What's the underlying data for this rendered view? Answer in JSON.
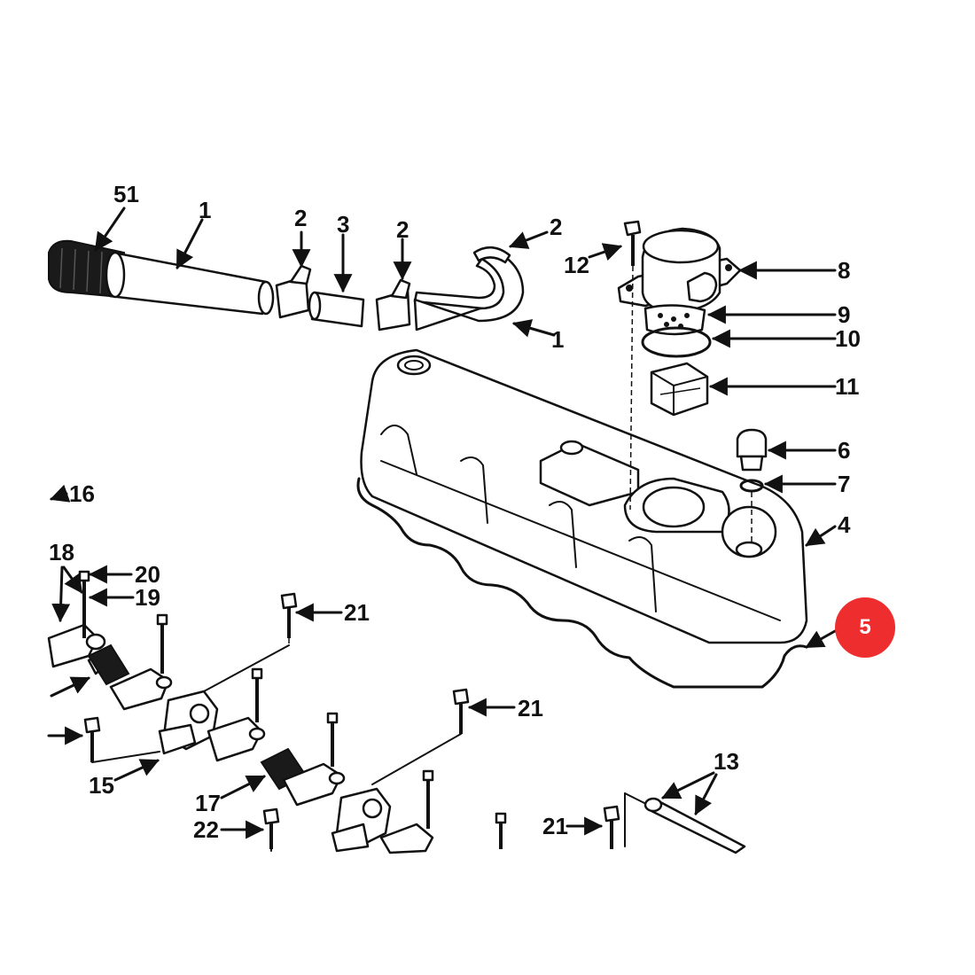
{
  "callouts": {
    "c51": "51",
    "c1a": "1",
    "c2a": "2",
    "c3": "3",
    "c2b": "2",
    "c2c": "2",
    "c12": "12",
    "c8": "8",
    "c1b": "1",
    "c9": "9",
    "c10": "10",
    "c11": "11",
    "c6": "6",
    "c7": "7",
    "c4": "4",
    "c16": "16",
    "c18": "18",
    "c20": "20",
    "c19": "19",
    "c21a": "21",
    "c21b": "21",
    "c15": "15",
    "c17": "17",
    "c22": "22",
    "c13": "13",
    "c21c": "21"
  },
  "badge": {
    "label": "5",
    "color": "#ee2e2e"
  }
}
